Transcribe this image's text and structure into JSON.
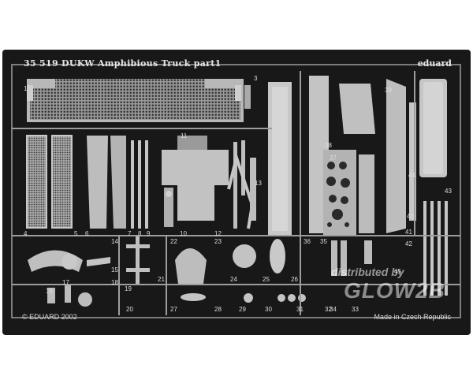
{
  "fret": {
    "title": "35 519  DUKW Amphibious Truck   part1",
    "brand": "eduard",
    "copyright": "© EDUARD 2002",
    "made_in": "Made in Czech Republic"
  },
  "watermark": {
    "line1": "distributed by",
    "line2": "GLOW2B"
  },
  "part_numbers": [
    "1",
    "3",
    "4",
    "5",
    "6",
    "7",
    "8",
    "9",
    "10",
    "11",
    "12",
    "13",
    "14",
    "15",
    "16",
    "17",
    "18",
    "19",
    "20",
    "21",
    "22",
    "23",
    "24",
    "25",
    "26",
    "27",
    "28",
    "29",
    "30",
    "31",
    "32",
    "33",
    "34",
    "35",
    "36",
    "37",
    "38",
    "39",
    "40",
    "41",
    "42",
    "43",
    "44",
    "45"
  ],
  "colors": {
    "background": "#ffffff",
    "fret": "#181818",
    "metal": "#b9b9b9",
    "metal_light": "#d2d2d2"
  }
}
